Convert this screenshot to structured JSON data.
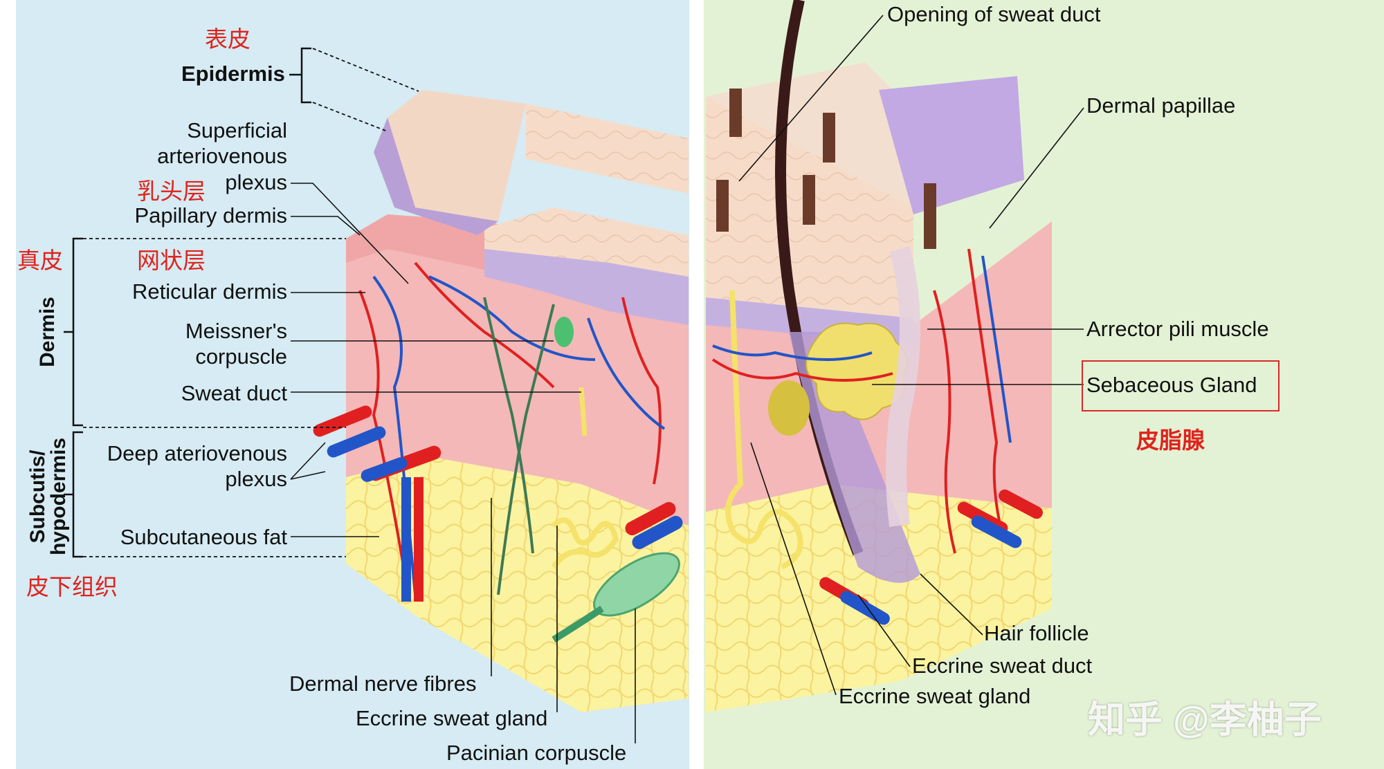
{
  "left": {
    "zh": {
      "epidermis": "表皮",
      "papillary": "乳头层",
      "dermis": "真皮",
      "reticular": "网状层",
      "subcutis": "皮下组织"
    },
    "bracket_labels": {
      "epidermis": "Epidermis",
      "dermis": "Dermis",
      "subcutis_line1": "Subcutis/",
      "subcutis_line2": "hypodermis"
    },
    "labels": {
      "superficial_plexus_1": "Superficial",
      "superficial_plexus_2": "arteriovenous",
      "superficial_plexus_3": "plexus",
      "papillary_dermis": "Papillary dermis",
      "reticular_dermis": "Reticular dermis",
      "meissner_1": "Meissner's",
      "meissner_2": "corpuscle",
      "sweat_duct": "Sweat duct",
      "deep_plexus_1": "Deep ateriovenous",
      "deep_plexus_2": "plexus",
      "subcutaneous_fat": "Subcutaneous fat",
      "dermal_nerve": "Dermal nerve fibres",
      "eccrine_gland": "Eccrine sweat gland",
      "pacinian": "Pacinian corpuscle"
    }
  },
  "right": {
    "labels": {
      "opening_sweat_duct": "Opening of sweat duct",
      "dermal_papillae": "Dermal papillae",
      "arrector_pili": "Arrector pili muscle",
      "sebaceous_gland": "Sebaceous Gland",
      "sebaceous_zh": "皮脂腺",
      "hair_follicle": "Hair follicle",
      "eccrine_duct": "Eccrine sweat duct",
      "eccrine_gland": "Eccrine sweat gland"
    }
  },
  "watermark": "知乎 @李柚子",
  "colors": {
    "left_bg": "#d6ebf3",
    "right_bg": "#e3f2d5",
    "epidermis": "#f6d9c4",
    "epidermis_purple": "#b9a4d8",
    "dermis": "#f4b8b8",
    "fat": "#fbf3a0",
    "artery": "#e02020",
    "vein": "#2255c8",
    "highlight_red": "#e0221c"
  }
}
